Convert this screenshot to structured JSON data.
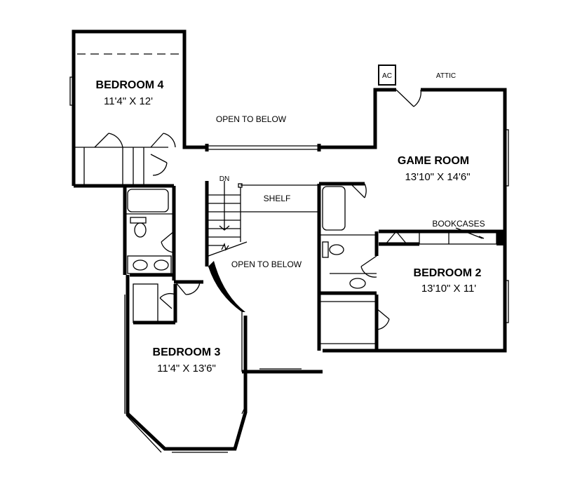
{
  "rooms": {
    "bedroom4": {
      "name": "BEDROOM 4",
      "size": "11'4\" X 12'"
    },
    "game_room": {
      "name": "GAME ROOM",
      "size": "13'10\" X 14'6\""
    },
    "bedroom2": {
      "name": "BEDROOM 2",
      "size": "13'10\" X 11'"
    },
    "bedroom3": {
      "name": "BEDROOM 3",
      "size": "11'4\" X 13'6\""
    }
  },
  "labels": {
    "open_to_below_top": "OPEN TO BELOW",
    "open_to_below_center": "OPEN TO BELOW",
    "ac": "AC",
    "attic": "ATTIC",
    "dn": "DN",
    "shelf": "SHELF",
    "bookcases": "BOOKCASES"
  }
}
